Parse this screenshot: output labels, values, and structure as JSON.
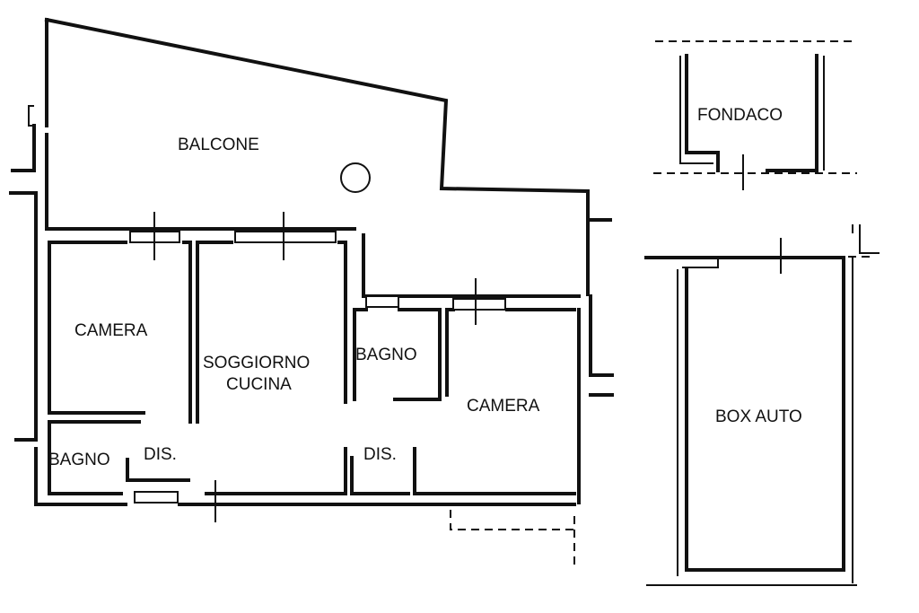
{
  "rooms": {
    "balcone": "BALCONE",
    "camera_left": "CAMERA",
    "soggiorno_line1": "SOGGIORNO",
    "soggiorno_line2": "CUCINA",
    "bagno_center": "BAGNO",
    "camera_right": "CAMERA",
    "bagno_left": "BAGNO",
    "dis_left": "DIS.",
    "dis_center": "DIS.",
    "fondaco": "FONDACO",
    "box_auto": "BOX AUTO"
  },
  "colors": {
    "line": "#111111",
    "background": "#ffffff"
  }
}
